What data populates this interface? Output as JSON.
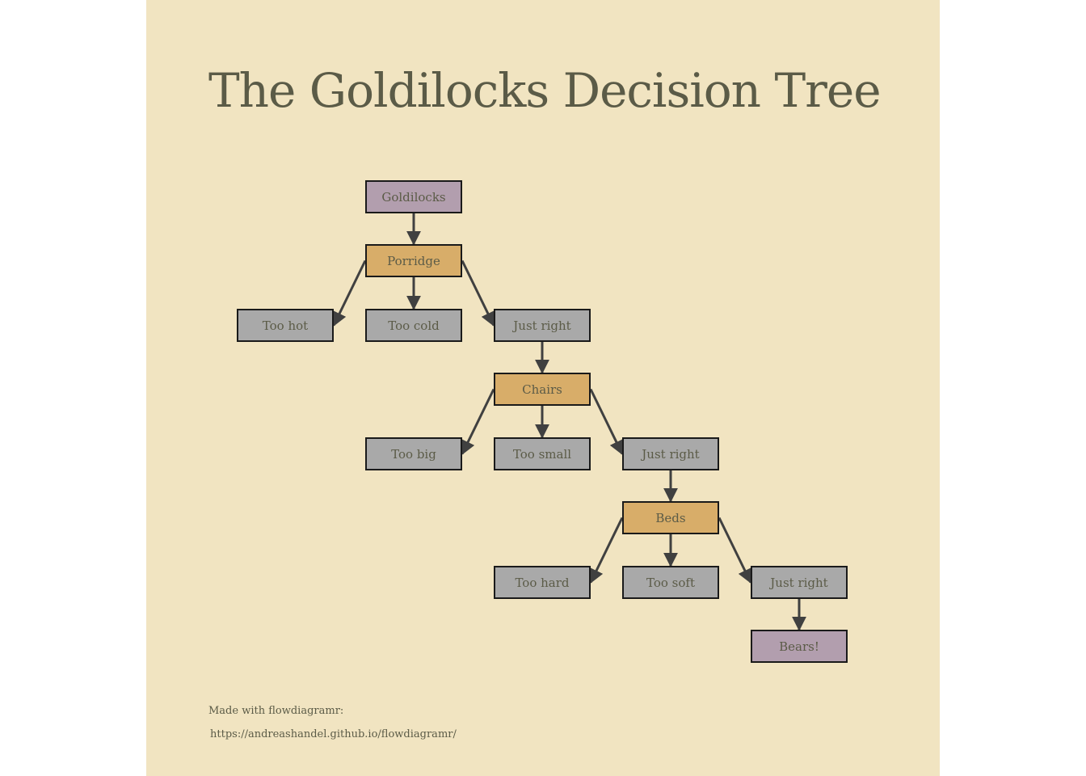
{
  "title": "The Goldilocks Decision Tree",
  "colors": {
    "background": "#f1e4c1",
    "text": "#5b5b47",
    "start": "#b29eae",
    "decision": "#d8ad69",
    "outcome": "#a9a9a9",
    "edge": "#404040",
    "border": "#1a1a1a"
  },
  "nodes": [
    {
      "id": "goldilocks",
      "label": "Goldilocks",
      "kind": "start"
    },
    {
      "id": "porridge",
      "label": "Porridge",
      "kind": "decision"
    },
    {
      "id": "too_hot",
      "label": "Too hot",
      "kind": "outcome"
    },
    {
      "id": "too_cold",
      "label": "Too cold",
      "kind": "outcome"
    },
    {
      "id": "porridge_just_right",
      "label": "Just right",
      "kind": "outcome"
    },
    {
      "id": "chairs",
      "label": "Chairs",
      "kind": "decision"
    },
    {
      "id": "too_big",
      "label": "Too big",
      "kind": "outcome"
    },
    {
      "id": "too_small",
      "label": "Too small",
      "kind": "outcome"
    },
    {
      "id": "chairs_just_right",
      "label": "Just right",
      "kind": "outcome"
    },
    {
      "id": "beds",
      "label": "Beds",
      "kind": "decision"
    },
    {
      "id": "too_hard",
      "label": "Too hard",
      "kind": "outcome"
    },
    {
      "id": "too_soft",
      "label": "Too soft",
      "kind": "outcome"
    },
    {
      "id": "beds_just_right",
      "label": "Just right",
      "kind": "outcome"
    },
    {
      "id": "bears",
      "label": "Bears!",
      "kind": "start"
    }
  ],
  "edges": [
    [
      "goldilocks",
      "porridge"
    ],
    [
      "porridge",
      "too_hot"
    ],
    [
      "porridge",
      "too_cold"
    ],
    [
      "porridge",
      "porridge_just_right"
    ],
    [
      "porridge_just_right",
      "chairs"
    ],
    [
      "chairs",
      "too_big"
    ],
    [
      "chairs",
      "too_small"
    ],
    [
      "chairs",
      "chairs_just_right"
    ],
    [
      "chairs_just_right",
      "beds"
    ],
    [
      "beds",
      "too_hard"
    ],
    [
      "beds",
      "too_soft"
    ],
    [
      "beds",
      "beds_just_right"
    ],
    [
      "beds_just_right",
      "bears"
    ]
  ],
  "caption": {
    "line1": "Made with flowdiagramr:",
    "line2": "https://andreashandel.github.io/flowdiagramr/"
  }
}
